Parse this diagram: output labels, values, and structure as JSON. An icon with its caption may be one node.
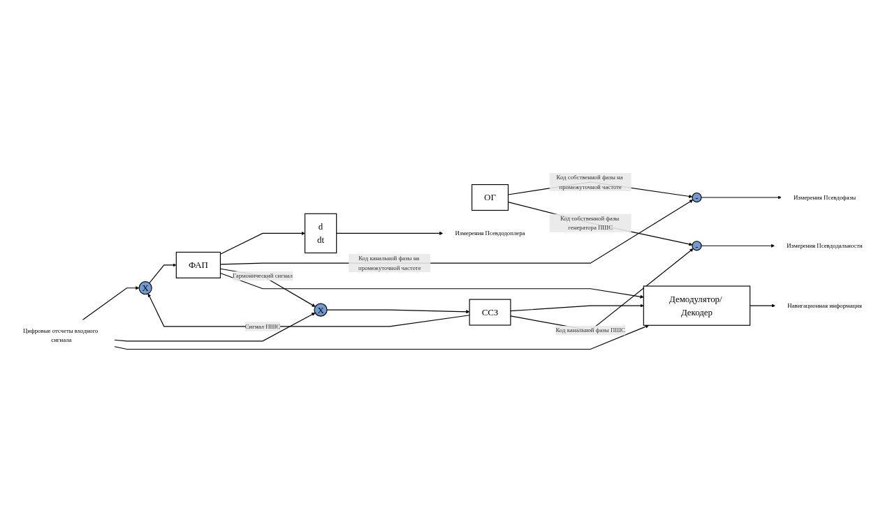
{
  "diagram": {
    "nodes": [
      {
        "text": [
          "Цифровые отсчеты входного сигнала"
        ]
      },
      {
        "text": [
          "X"
        ]
      },
      {
        "text": [
          "ФАП"
        ]
      },
      {
        "text": [
          "d",
          "dt"
        ]
      },
      {
        "text": [
          "-"
        ]
      },
      {
        "text": [
          "ОГ"
        ]
      },
      {
        "text": [
          "X"
        ]
      },
      {
        "text": [
          "ССЗ"
        ]
      },
      {
        "text": [
          "-"
        ]
      },
      {
        "text": [
          "Демодулятор/ Декодер"
        ]
      },
      {
        "text": [
          "Измерения Псевдодоплера"
        ]
      },
      {
        "text": [
          "Измерения Псевдофазы"
        ]
      },
      {
        "text": [
          "Измерения Псевдодальности"
        ]
      },
      {
        "text": [
          "Навигационная информация"
        ]
      }
    ],
    "edges": [
      {
        "from": 0,
        "to": 1,
        "arrow": "to"
      },
      {
        "from": 0,
        "to": 6,
        "arrow": "to"
      },
      {
        "from": 0,
        "to": 9,
        "arrow": "to"
      },
      {
        "from": 1,
        "to": 2,
        "arrow": "to"
      },
      {
        "from": 2,
        "to": 3,
        "arrow": "to"
      },
      {
        "from": 2,
        "to": 4,
        "arrow": "to",
        "label": "Код канальной фазы на промежуточной частоте"
      },
      {
        "from": 2,
        "to": 6,
        "arrow": "to",
        "label": "Гармонический сигнал"
      },
      {
        "from": 2,
        "to": 9,
        "arrow": "to"
      },
      {
        "from": 3,
        "to": 10,
        "arrow": "to"
      },
      {
        "from": 4,
        "to": 11,
        "arrow": "to"
      },
      {
        "from": 5,
        "to": 4,
        "arrow": "to",
        "label": "Код собственной фазы на промежуточной частоте"
      },
      {
        "from": 5,
        "to": 8,
        "arrow": "to",
        "label": "Код собственной фазы генератора ПШС"
      },
      {
        "from": 6,
        "to": 7,
        "arrow": "to"
      },
      {
        "from": 7,
        "to": 1,
        "arrow": "to",
        "label": "Сигнал ПШС"
      },
      {
        "from": 7,
        "to": 9,
        "arrow": "to"
      },
      {
        "from": 7,
        "to": 8,
        "arrow": "to",
        "label": "Код канальной фазы ПШС"
      },
      {
        "from": 8,
        "to": 12,
        "arrow": "to"
      },
      {
        "from": 9,
        "to": 13,
        "arrow": "to"
      }
    ]
  }
}
